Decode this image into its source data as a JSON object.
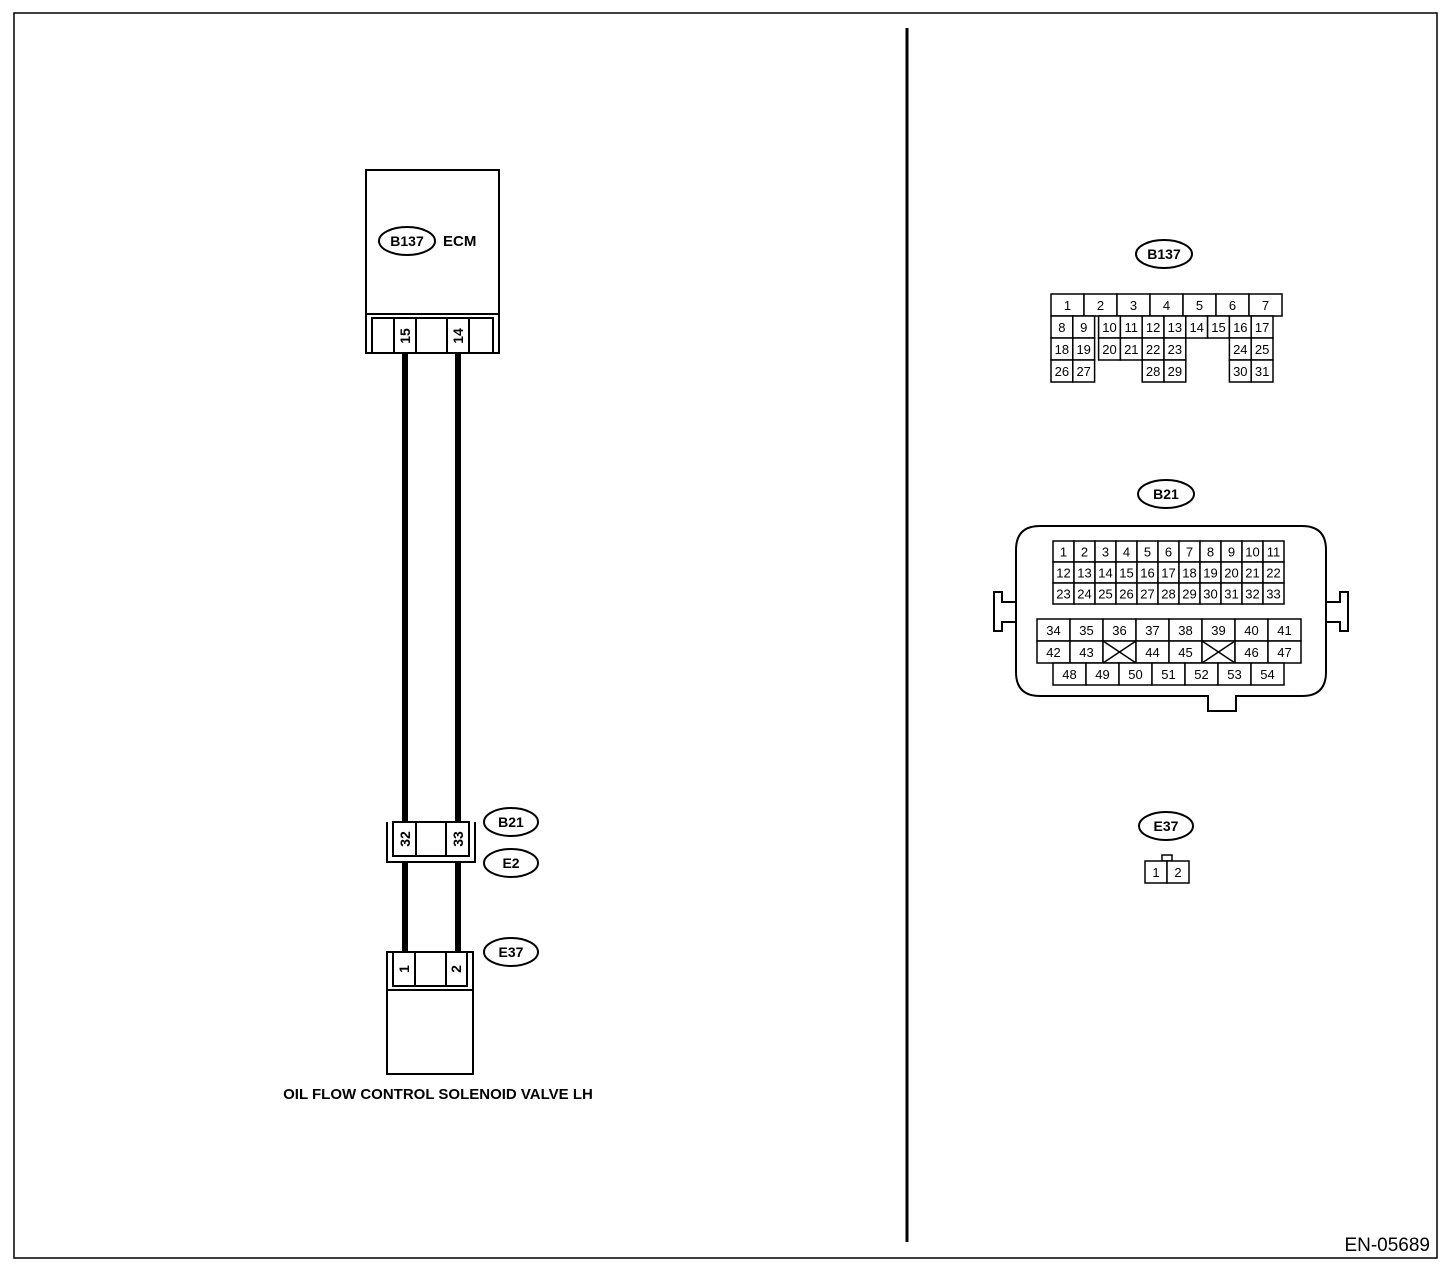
{
  "components": {
    "ecm_label": "ECM",
    "solenoid_label": "OIL FLOW CONTROL SOLENOID VALVE LH"
  },
  "connector_tags": {
    "b137": "B137",
    "b21": "B21",
    "e2": "E2",
    "e37": "E37"
  },
  "wiring_pins": {
    "ecm": [
      "15",
      "14"
    ],
    "b21": [
      "32",
      "33"
    ],
    "e37": [
      "1",
      "2"
    ]
  },
  "connector_views": {
    "b137": {
      "tag": "B137",
      "rows": [
        [
          "1",
          "2",
          "3",
          "4",
          "5",
          "6",
          "7"
        ],
        [
          "8",
          "9",
          "10",
          "11",
          "12",
          "13",
          "14",
          "15",
          "16",
          "17"
        ],
        [
          "18",
          "19",
          "20",
          "21",
          "22",
          "23",
          "24",
          "25"
        ],
        [
          "26",
          "27",
          "28",
          "29",
          "30",
          "31"
        ]
      ]
    },
    "b21": {
      "tag": "B21",
      "rows_upper": [
        [
          "1",
          "2",
          "3",
          "4",
          "5",
          "6",
          "7",
          "8",
          "9",
          "10",
          "11"
        ],
        [
          "12",
          "13",
          "14",
          "15",
          "16",
          "17",
          "18",
          "19",
          "20",
          "21",
          "22"
        ],
        [
          "23",
          "24",
          "25",
          "26",
          "27",
          "28",
          "29",
          "30",
          "31",
          "32",
          "33"
        ]
      ],
      "rows_lower": [
        [
          "34",
          "35",
          "36",
          "37",
          "38",
          "39",
          "40",
          "41"
        ],
        [
          "42",
          "43",
          "",
          "44",
          "45",
          "",
          "46",
          "47"
        ],
        [
          "48",
          "49",
          "50",
          "51",
          "52",
          "53",
          "54"
        ]
      ]
    },
    "e37": {
      "tag": "E37",
      "pins": [
        "1",
        "2"
      ]
    }
  },
  "figure_code": "EN-05689"
}
